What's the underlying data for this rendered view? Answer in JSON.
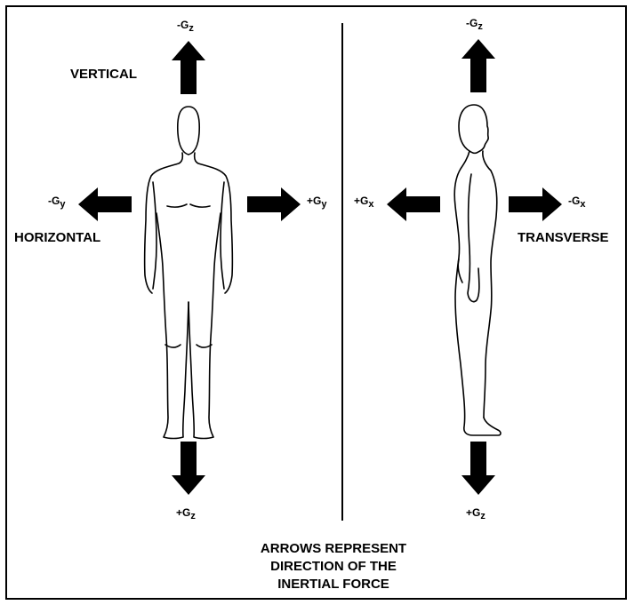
{
  "labels": {
    "vertical": "VERTICAL",
    "horizontal": "HORIZONTAL",
    "transverse": "TRANSVERSE"
  },
  "caption": {
    "line1": "ARROWS REPRESENT",
    "line2": "DIRECTION OF THE",
    "line3": "INERTIAL FORCE"
  },
  "forces": {
    "left_up": {
      "sign": "-G",
      "axis": "z"
    },
    "left_down": {
      "sign": "+G",
      "axis": "z"
    },
    "left_left": {
      "sign": "-G",
      "axis": "y"
    },
    "left_right": {
      "sign": "+G",
      "axis": "y"
    },
    "right_up": {
      "sign": "-G",
      "axis": "z"
    },
    "right_down": {
      "sign": "+G",
      "axis": "z"
    },
    "right_left": {
      "sign": "+G",
      "axis": "x"
    },
    "right_right": {
      "sign": "-G",
      "axis": "x"
    }
  },
  "colors": {
    "ink": "#000000",
    "background": "#ffffff"
  }
}
